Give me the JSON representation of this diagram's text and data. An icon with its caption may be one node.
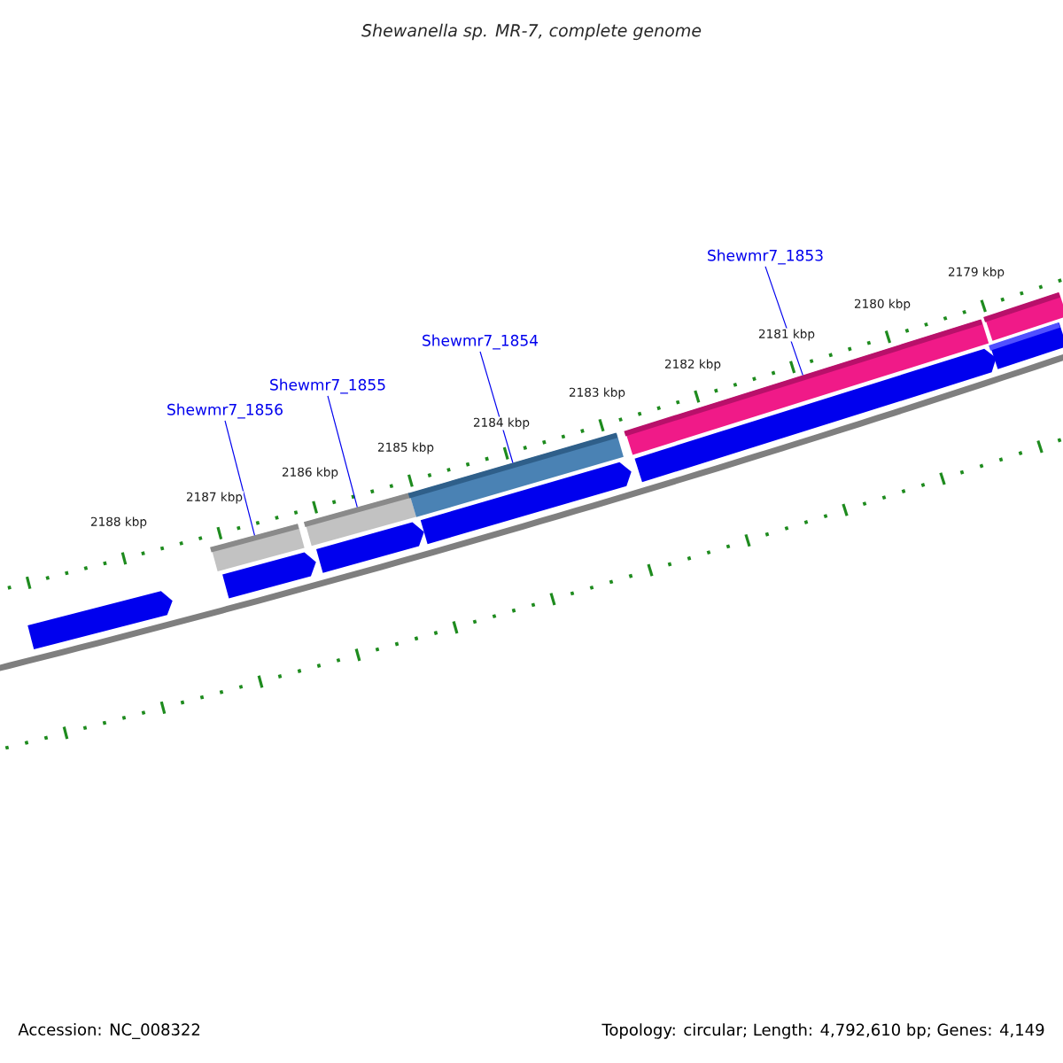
{
  "diagram": {
    "title": "Shewanella sp. MR-7, complete genome",
    "nodes": [
      {
        "text": [
          "Shewmr7_1856"
        ]
      },
      {
        "text": [
          "Shewmr7_1855"
        ]
      },
      {
        "text": [
          "Shewmr7_1854"
        ]
      },
      {
        "text": [
          "Shewmr7_1853"
        ]
      },
      {
        "text": [],
        "shape": "bar"
      },
      {
        "text": [],
        "shape": "bar"
      },
      {
        "text": [],
        "shape": "bar"
      },
      {
        "text": [],
        "shape": "bar"
      },
      {
        "text": [],
        "shape": "pentagon"
      },
      {
        "text": [],
        "shape": "pentagon"
      },
      {
        "text": [],
        "shape": "pentagon"
      },
      {
        "text": [],
        "shape": "pentagon"
      },
      {
        "text": [],
        "shape": "pentagon"
      },
      {
        "text": [],
        "shape": "bar"
      },
      {
        "text": [],
        "shape": "bar"
      }
    ],
    "edges": [
      {
        "from": 0,
        "to": 4,
        "arrow": "none"
      },
      {
        "from": 1,
        "to": 5,
        "arrow": "none"
      },
      {
        "from": 2,
        "to": 6,
        "arrow": "none"
      },
      {
        "from": 3,
        "to": 7,
        "arrow": "none"
      }
    ],
    "labels": [
      "2188 kbp",
      "2187 kbp",
      "2186 kbp",
      "2185 kbp",
      "2184 kbp",
      "2183 kbp",
      "2182 kbp",
      "2181 kbp",
      "2180 kbp",
      "2179 kbp",
      "Accession: NC_008322",
      "Topology: circular; Length: 4,792,610 bp; Genes: 4,149"
    ]
  }
}
